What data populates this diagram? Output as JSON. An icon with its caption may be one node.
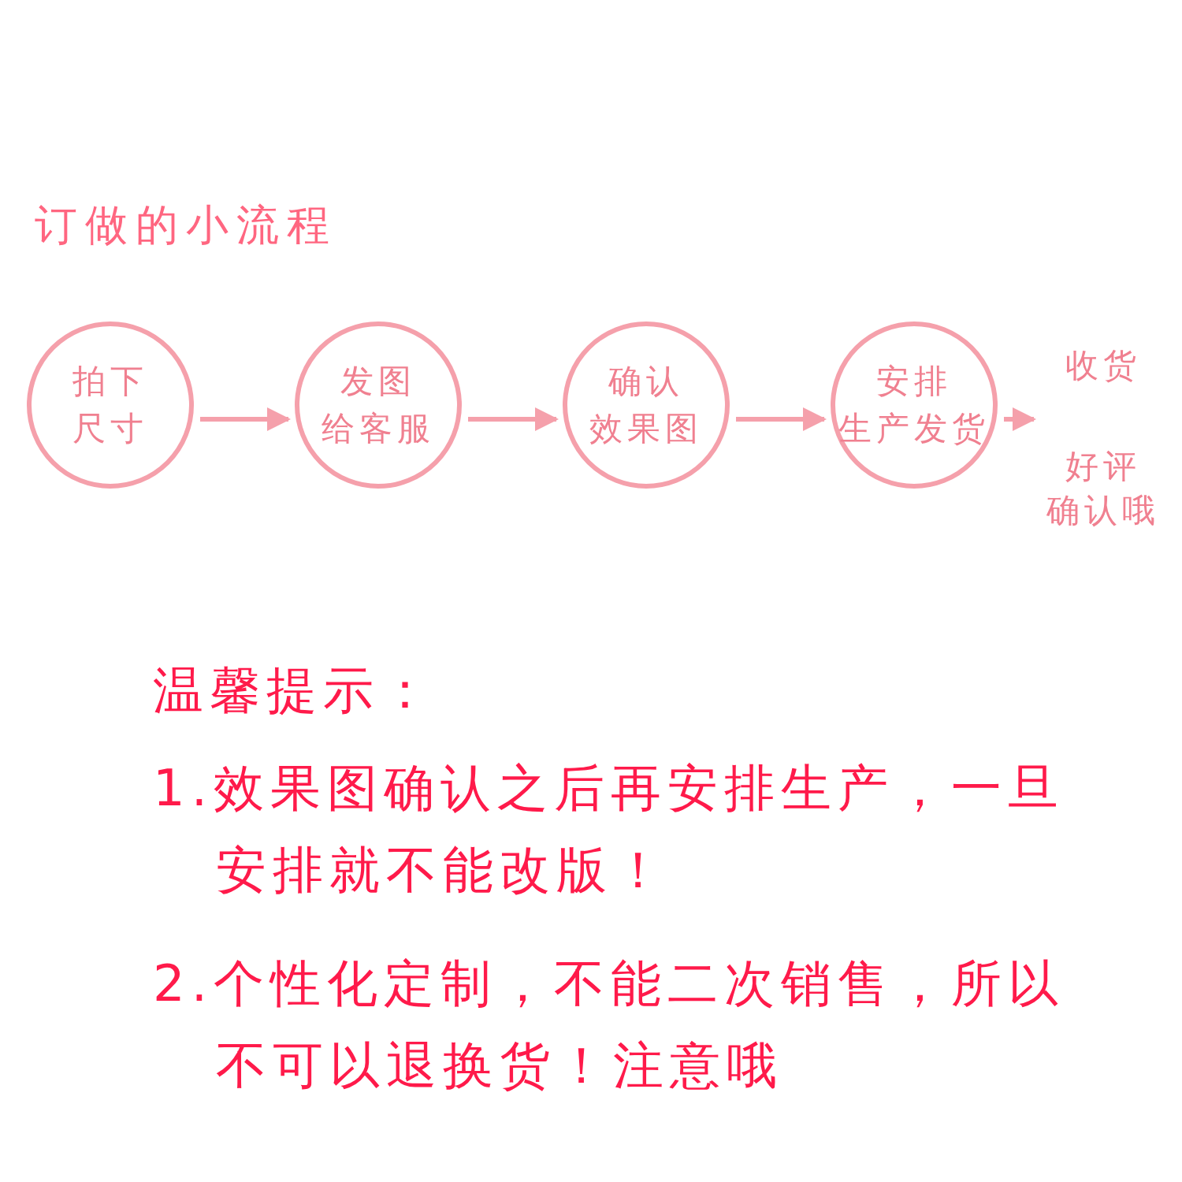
{
  "diagram": {
    "title": "订做的小流程",
    "nodes": [
      {
        "text": [
          "拍下尺寸"
        ]
      },
      {
        "text": [
          "发图给客服"
        ]
      },
      {
        "text": [
          "确认效果图"
        ]
      },
      {
        "text": [
          "安排生产发货"
        ]
      },
      {
        "text": [
          "收货",
          "好评确认哦"
        ]
      }
    ],
    "edges": [
      {
        "from": 0,
        "to": 1,
        "arrow": "to"
      },
      {
        "from": 1,
        "to": 2,
        "arrow": "to"
      },
      {
        "from": 2,
        "to": 3,
        "arrow": "to"
      },
      {
        "from": 3,
        "to": 4,
        "arrow": "to"
      }
    ],
    "labels": [
      "温馨提示：",
      "1.效果图确认之后再安排生产，一旦安排就不能改版！",
      "2.个性化定制，不能二次销售，所以不可以退换货！注意哦"
    ]
  }
}
